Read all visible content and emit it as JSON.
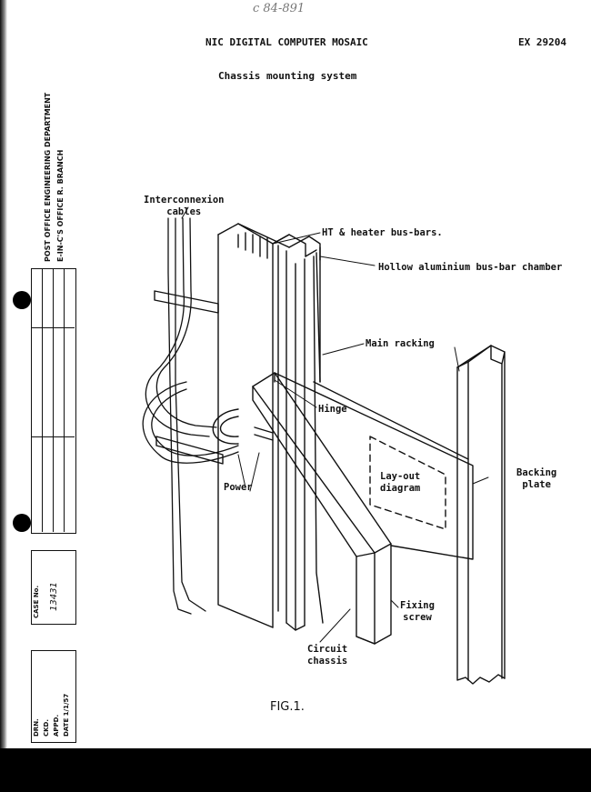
{
  "header": {
    "handwritten_ref": "c 84-891",
    "title": "NIC DIGITAL COMPUTER MOSAIC",
    "ref": "EX 29204",
    "subtitle": "Chassis mounting system"
  },
  "labels": {
    "interconnexion": "Interconnexion",
    "cables": "cables",
    "ht_bus_bars": "HT & heater bus-bars.",
    "hollow_chamber": "Hollow aluminium bus-bar chamber",
    "main_racking": "Main racking",
    "hinge": "Hinge",
    "layout_1": "Lay-out",
    "layout_2": "diagram",
    "backing_1": "Backing",
    "backing_2": "plate",
    "power": "Power",
    "fixing_1": "Fixing",
    "fixing_2": "screw",
    "circuit_1": "Circuit",
    "circuit_2": "chassis",
    "fig_caption": "FIG.1."
  },
  "margin_stamp": {
    "line1": "POST OFFICE ENGINEERING DEPARTMENT",
    "line2": "E-IN-C'S OFFICE  R. BRANCH",
    "case_label": "CASE No.",
    "case_no": "13431",
    "drn": "DRN.",
    "ckd": "CKD.",
    "appd": "APPD.",
    "date": "DATE 1/1/57"
  }
}
